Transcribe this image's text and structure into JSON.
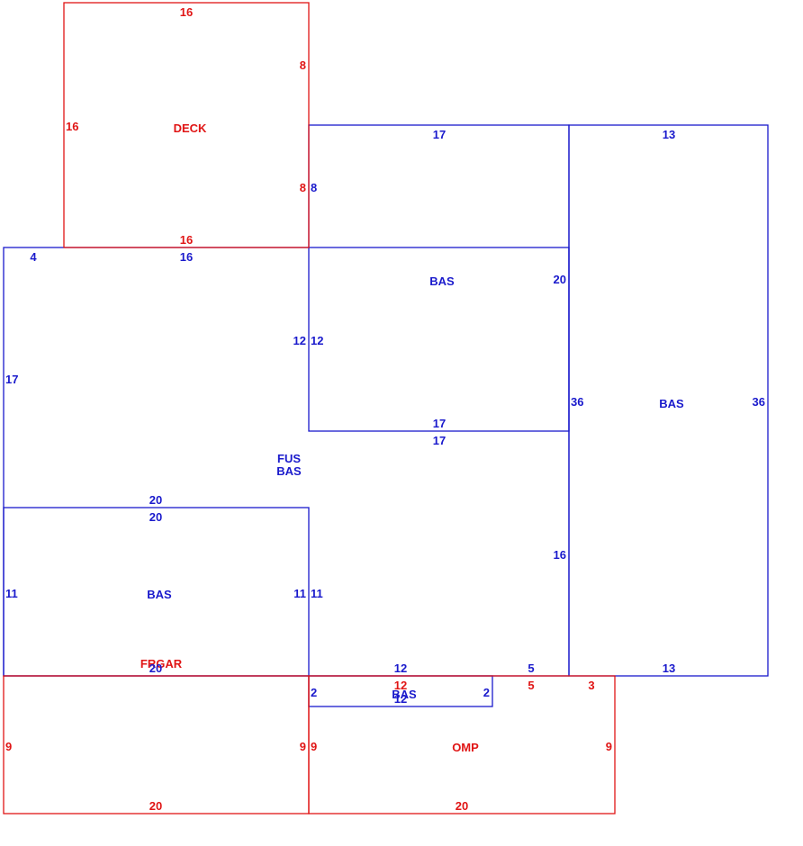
{
  "colors": {
    "living": "#1a1acc",
    "other": "#e01515"
  },
  "areas": [
    {
      "id": "deck",
      "name": "DECK",
      "type": "other"
    },
    {
      "id": "bas-upper-mid",
      "name": "BAS",
      "type": "living"
    },
    {
      "id": "bas-right",
      "name": "BAS",
      "type": "living"
    },
    {
      "id": "fus-bas",
      "name": "FUS\nBAS",
      "type": "living"
    },
    {
      "id": "bas-lower-left",
      "name": "BAS",
      "type": "living"
    },
    {
      "id": "bas-small",
      "name": "BAS",
      "type": "living"
    },
    {
      "id": "frgar",
      "name": "FRGAR",
      "type": "other"
    },
    {
      "id": "omp",
      "name": "OMP",
      "type": "other"
    }
  ],
  "dimension_labels": [
    {
      "area": "deck",
      "value": "16"
    },
    {
      "area": "deck",
      "value": "8"
    },
    {
      "area": "deck",
      "value": "16"
    },
    {
      "area": "deck",
      "value": "8"
    },
    {
      "area": "deck",
      "value": "16"
    },
    {
      "area": "bas-upper-mid",
      "value": "17"
    },
    {
      "area": "bas-upper-mid",
      "value": "8"
    },
    {
      "area": "bas-upper-mid",
      "value": "20"
    },
    {
      "area": "bas-upper-mid",
      "value": "12"
    },
    {
      "area": "bas-upper-mid",
      "value": "17"
    },
    {
      "area": "bas-right",
      "value": "13"
    },
    {
      "area": "bas-right",
      "value": "36"
    },
    {
      "area": "bas-right",
      "value": "36"
    },
    {
      "area": "bas-right",
      "value": "13"
    },
    {
      "area": "fus-bas",
      "value": "4"
    },
    {
      "area": "fus-bas",
      "value": "16"
    },
    {
      "area": "fus-bas",
      "value": "12"
    },
    {
      "area": "fus-bas",
      "value": "17"
    },
    {
      "area": "fus-bas",
      "value": "17"
    },
    {
      "area": "fus-bas",
      "value": "20"
    },
    {
      "area": "fus-bas",
      "value": "16"
    },
    {
      "area": "fus-bas",
      "value": "11"
    },
    {
      "area": "fus-bas",
      "value": "12"
    },
    {
      "area": "fus-bas",
      "value": "5"
    },
    {
      "area": "bas-lower-left",
      "value": "20"
    },
    {
      "area": "bas-lower-left",
      "value": "11"
    },
    {
      "area": "bas-lower-left",
      "value": "11"
    },
    {
      "area": "bas-lower-left",
      "value": "20"
    },
    {
      "area": "bas-small",
      "value": "2"
    },
    {
      "area": "bas-small",
      "value": "2"
    },
    {
      "area": "bas-small",
      "value": "12"
    },
    {
      "area": "frgar",
      "value": "9"
    },
    {
      "area": "frgar",
      "value": "9"
    },
    {
      "area": "frgar",
      "value": "20"
    },
    {
      "area": "omp",
      "value": "12"
    },
    {
      "area": "omp",
      "value": "5"
    },
    {
      "area": "omp",
      "value": "3"
    },
    {
      "area": "omp",
      "value": "9"
    },
    {
      "area": "omp",
      "value": "9"
    },
    {
      "area": "omp",
      "value": "20"
    }
  ]
}
